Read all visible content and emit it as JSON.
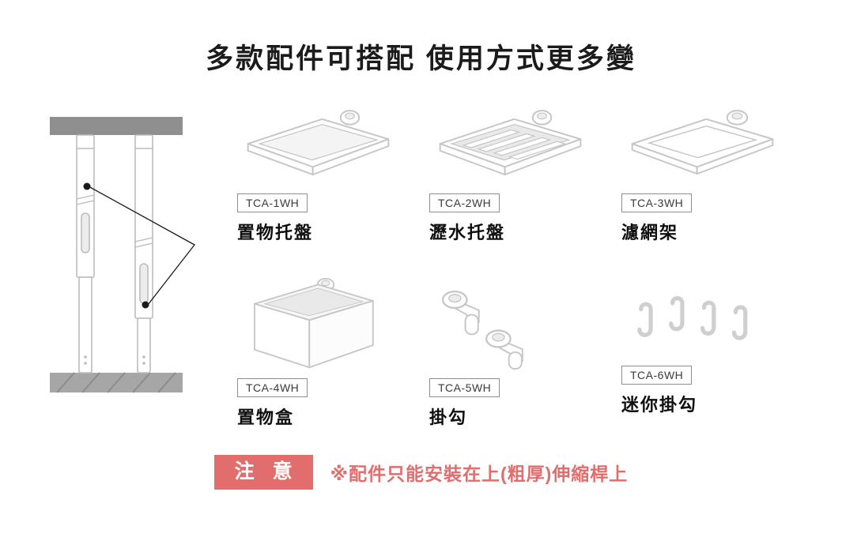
{
  "title": "多款配件可搭配 使用方式更多變",
  "items": [
    {
      "model": "TCA-1WH",
      "name": "置物托盤",
      "illustration": "storage-tray"
    },
    {
      "model": "TCA-2WH",
      "name": "瀝水托盤",
      "illustration": "drain-tray"
    },
    {
      "model": "TCA-3WH",
      "name": "濾網架",
      "illustration": "filter-rack"
    },
    {
      "model": "TCA-4WH",
      "name": "置物盒",
      "illustration": "storage-box"
    },
    {
      "model": "TCA-5WH",
      "name": "掛勾",
      "illustration": "hooks"
    },
    {
      "model": "TCA-6WH",
      "name": "迷你掛勾",
      "illustration": "mini-hooks"
    }
  ],
  "notice": {
    "badge": "注 意",
    "text": "※配件只能安裝在上(粗厚)伸縮桿上"
  },
  "colors": {
    "accent": "#e26d6d",
    "line_art": "#c6c6c6",
    "bar": "#8f8f8f"
  }
}
